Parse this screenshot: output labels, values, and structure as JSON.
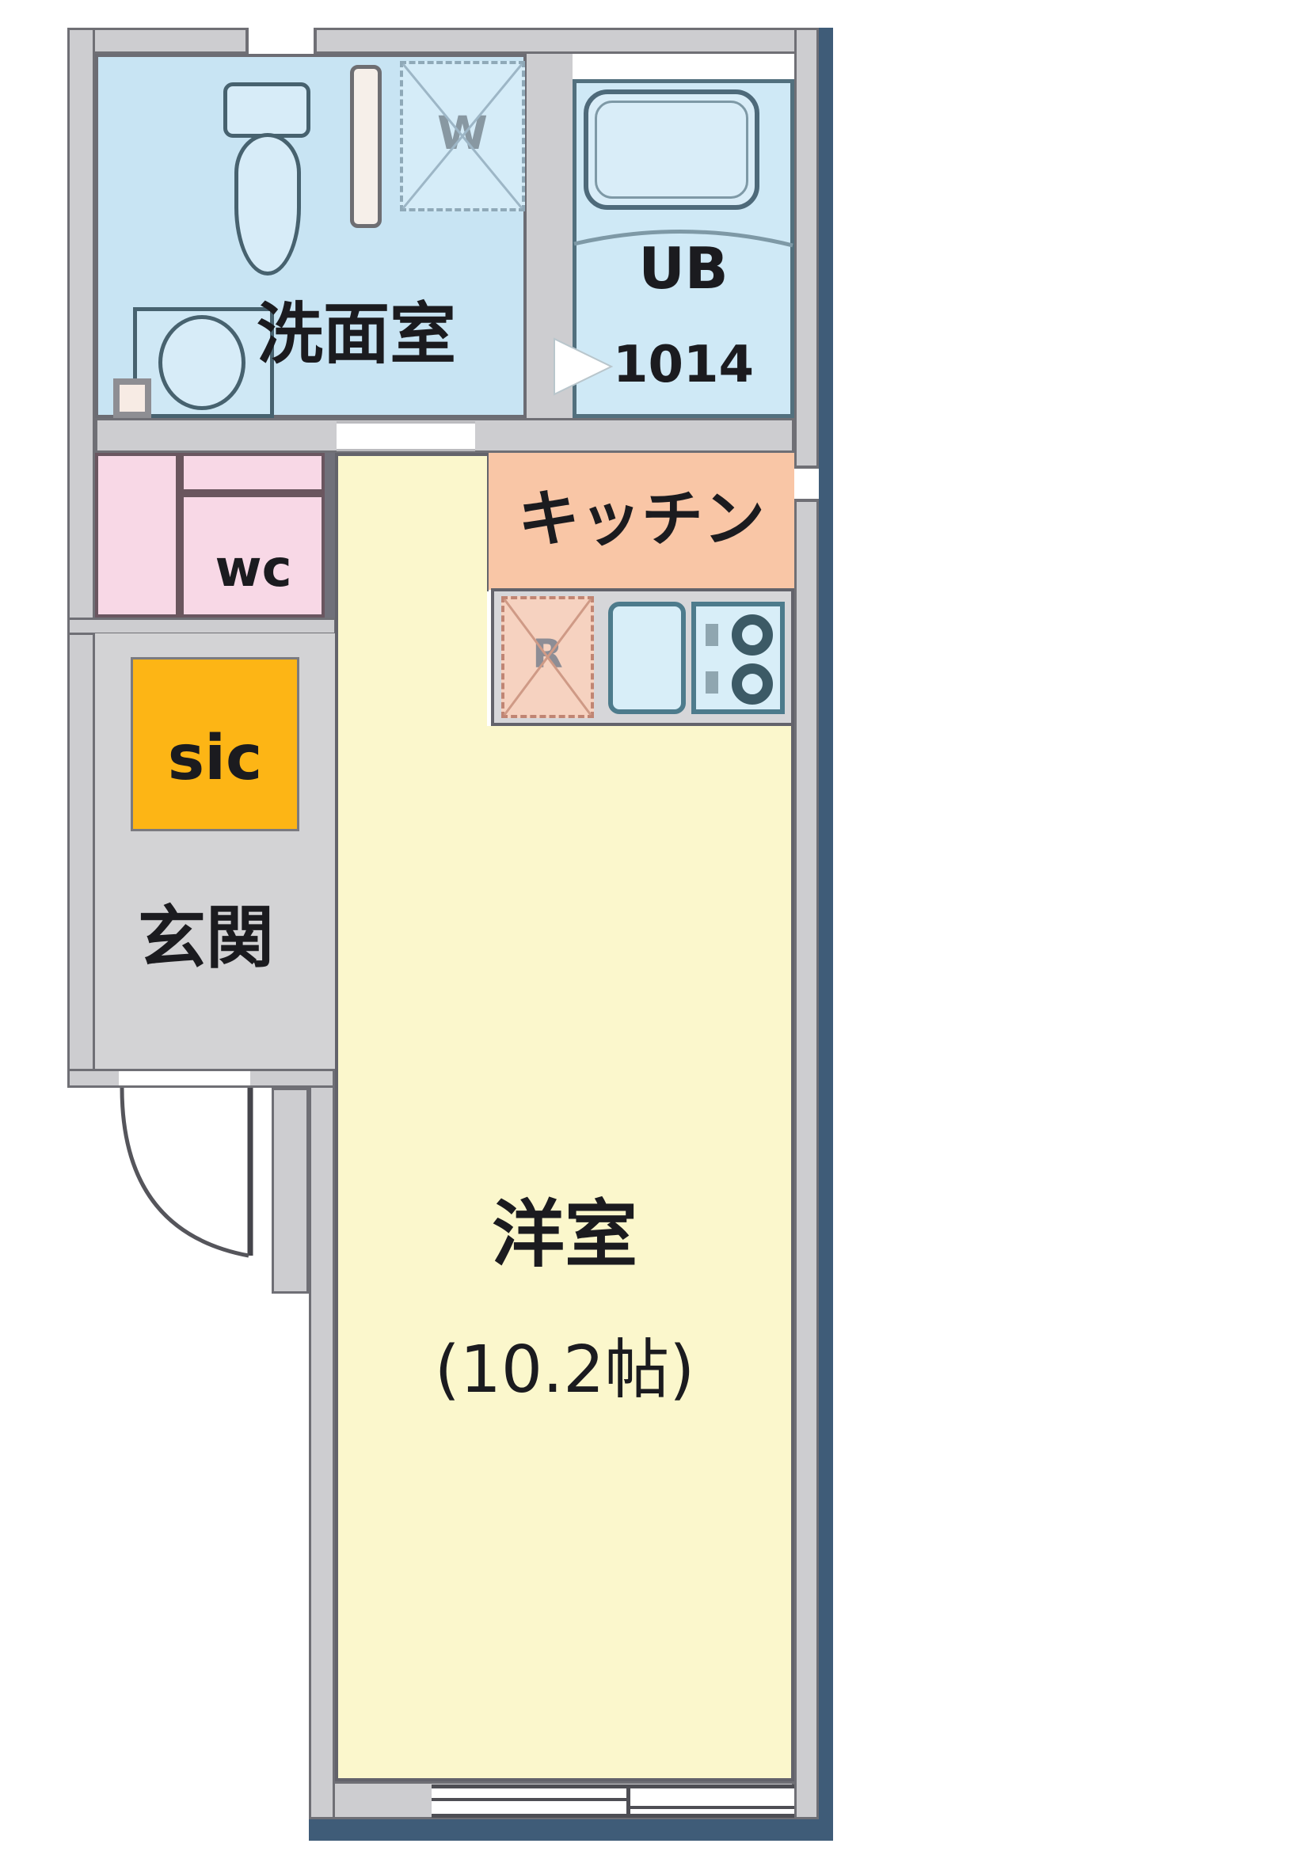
{
  "floorplan": {
    "rooms": {
      "washroom": {
        "label": "洗面室"
      },
      "bath": {
        "label": "UB",
        "size": "1014"
      },
      "toilet": {
        "label": "wc"
      },
      "kitchen": {
        "label": "キッチン"
      },
      "shoe_closet": {
        "label": "sic"
      },
      "entrance": {
        "label": "玄関"
      },
      "western_room": {
        "label": "洋室",
        "size": "(10.2帖)"
      }
    },
    "fixtures": {
      "washer_space": {
        "label": "W"
      },
      "refrigerator_space": {
        "label": "R"
      }
    },
    "colors": {
      "washroom_blue": "#c8e4f3",
      "bath_blue": "#cfe9f6",
      "wc_pink": "#f8d8e6",
      "kitchen_salmon": "#f9c6a6",
      "sic_orange": "#fdb515",
      "entrance_gray": "#d3d3d5",
      "room_yellow": "#fbf7cc",
      "wall_gray": "#cdcdd0",
      "accent_navy": "#3f5c78"
    }
  }
}
